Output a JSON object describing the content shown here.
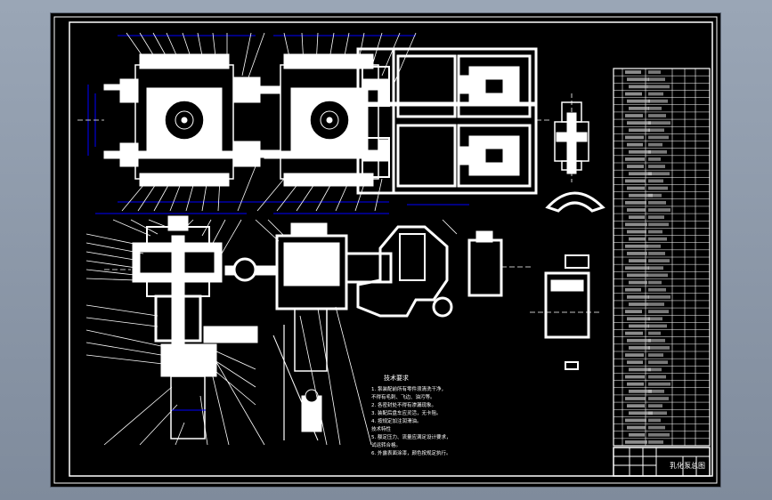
{
  "drawing": {
    "title_block_name": "乳化泵总图",
    "notes_heading": "技术要求",
    "notes": [
      "1. 泵装配前所有零件须清洗干净，",
      "   不得有毛刺、飞边、油污等。",
      "2. 各密封处不得有渗漏现象。",
      "3. 装配后盘车应灵活，无卡阻。",
      "4. 按规定加注润滑油。",
      "   技术特性",
      "5. 额定压力、流量应满足设计要求，",
      "   试运转合格。",
      "6. 外露表面涂漆，颜色按规定执行。"
    ],
    "technical_heading": "技术特性"
  },
  "colors": {
    "sheet": "#000000",
    "line": "#ffffff",
    "dimension": "#0000ff",
    "canvas": "#8e9aab"
  }
}
